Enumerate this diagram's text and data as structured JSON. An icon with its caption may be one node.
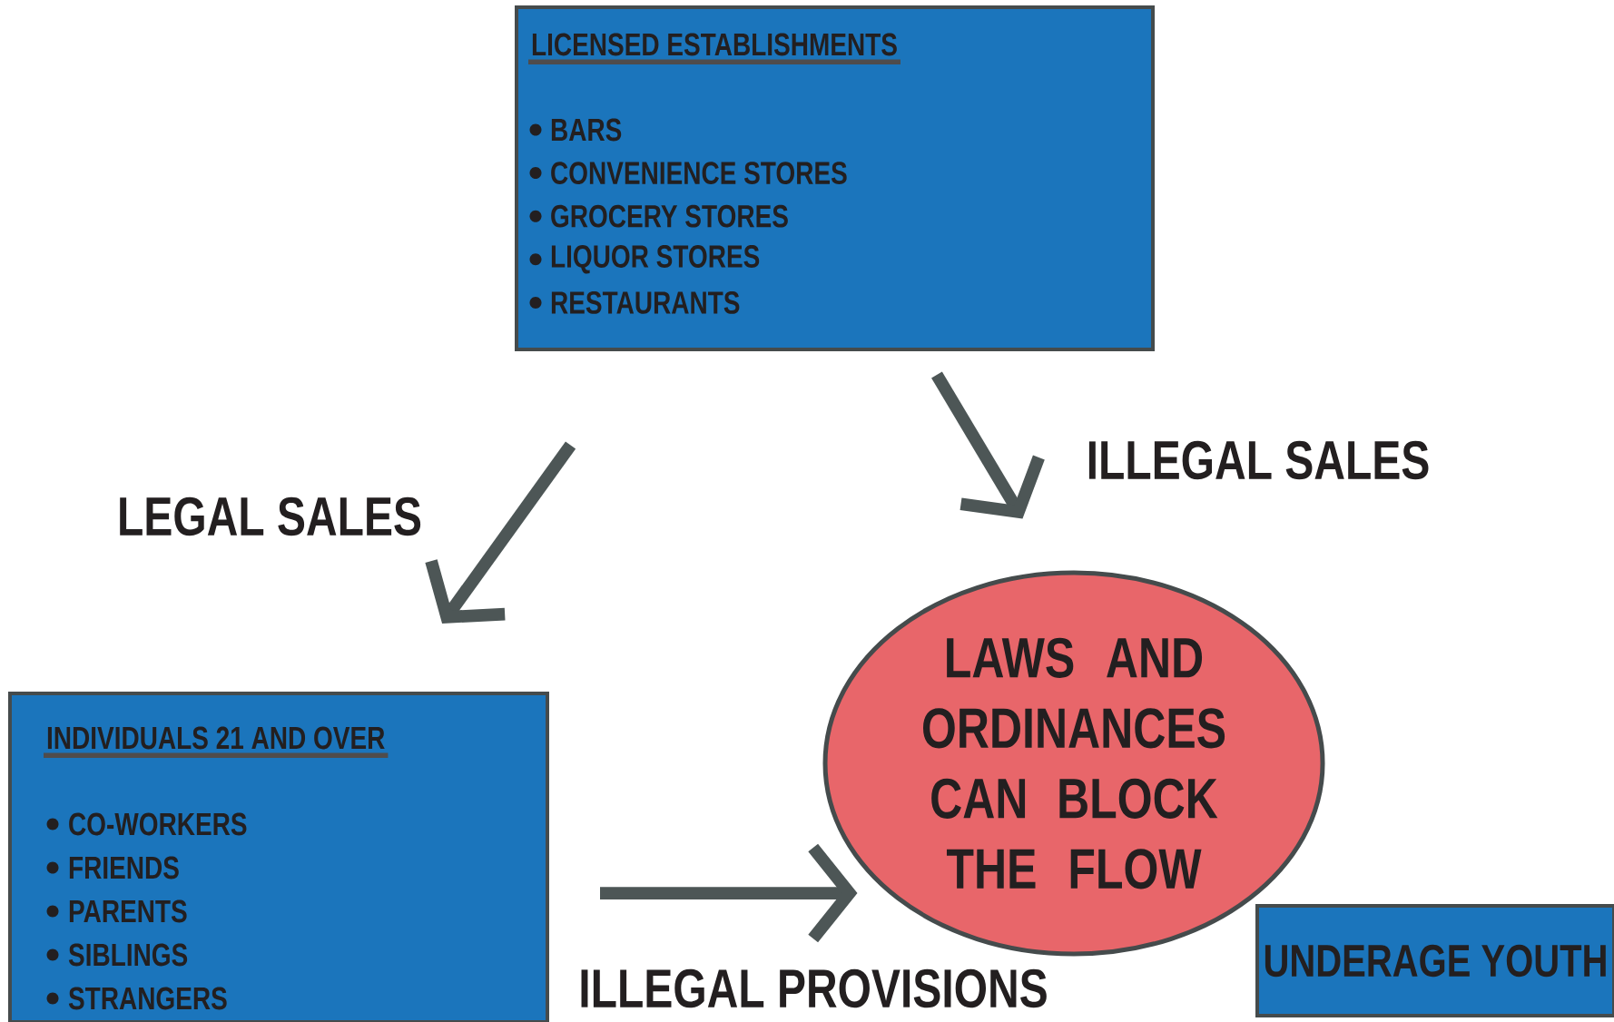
{
  "diagram": {
    "nodes": [
      {
        "text": [
          "LICENSED ESTABLISHMENTS",
          "BARS",
          "CONVENIENCE STORES",
          "GROCERY STORES",
          "LIQUOR STORES",
          "RESTAURANTS"
        ]
      },
      {
        "text": [
          "INDIVIDUALS 21 AND OVER",
          "CO-WORKERS",
          "FRIENDS",
          "PARENTS",
          "SIBLINGS",
          "STRANGERS"
        ]
      },
      {
        "text": [
          "LAWS AND ORDINANCES CAN BLOCK THE FLOW"
        ]
      },
      {
        "text": [
          "UNDERAGE YOUTH"
        ]
      }
    ],
    "edges": [
      {
        "from": 0,
        "to": 1,
        "arrow": "to",
        "label": "LEGAL SALES"
      },
      {
        "from": 0,
        "to": 2,
        "arrow": "to",
        "label": "ILLEGAL SALES"
      },
      {
        "from": 1,
        "to": 2,
        "arrow": "to",
        "label": "ILLEGAL PROVISIONS"
      }
    ]
  }
}
